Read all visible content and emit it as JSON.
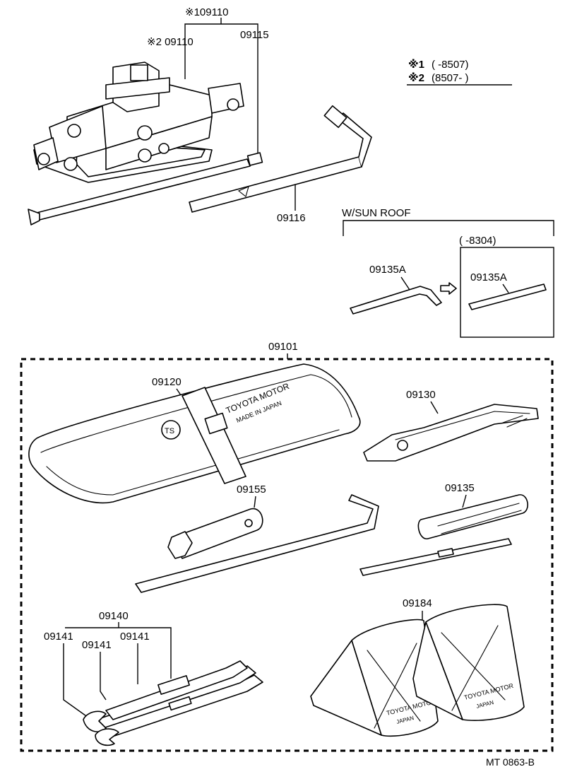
{
  "notes": {
    "note1_mark": "※1",
    "note1_range": "(        -8507)",
    "note2_mark": "※2",
    "note2_range": "(8507-          )"
  },
  "callouts": {
    "jack_assy": "※109110",
    "jack": "※2 09110",
    "jack_handle": "09115",
    "wheel_wrench": "09116",
    "sunroof_group": "W/SUN ROOF",
    "sunroof_range": "(        -8304)",
    "sunroof_wrench_a": "09135A",
    "sunroof_wrench_b": "09135A",
    "tool_set": "09101",
    "tool_bag": "09120",
    "pliers": "09130",
    "plug_wrench": "09155",
    "screwdriver": "09135",
    "wrench_set": "09140",
    "wrench_1": "09141",
    "wrench_2": "09141",
    "wrench_3": "09141",
    "chock": "09184"
  },
  "imprints": {
    "bag_brand": "TOYOTA MOTOR",
    "bag_origin": "MADE IN JAPAN",
    "bag_logo": "TS",
    "chock_brand_left": "TOYOTA MOTOR",
    "chock_origin_left": "JAPAN",
    "chock_brand_right": "TOYOTA MOTOR",
    "chock_origin_right": "JAPAN"
  },
  "figure_code": "MT 0863-B"
}
